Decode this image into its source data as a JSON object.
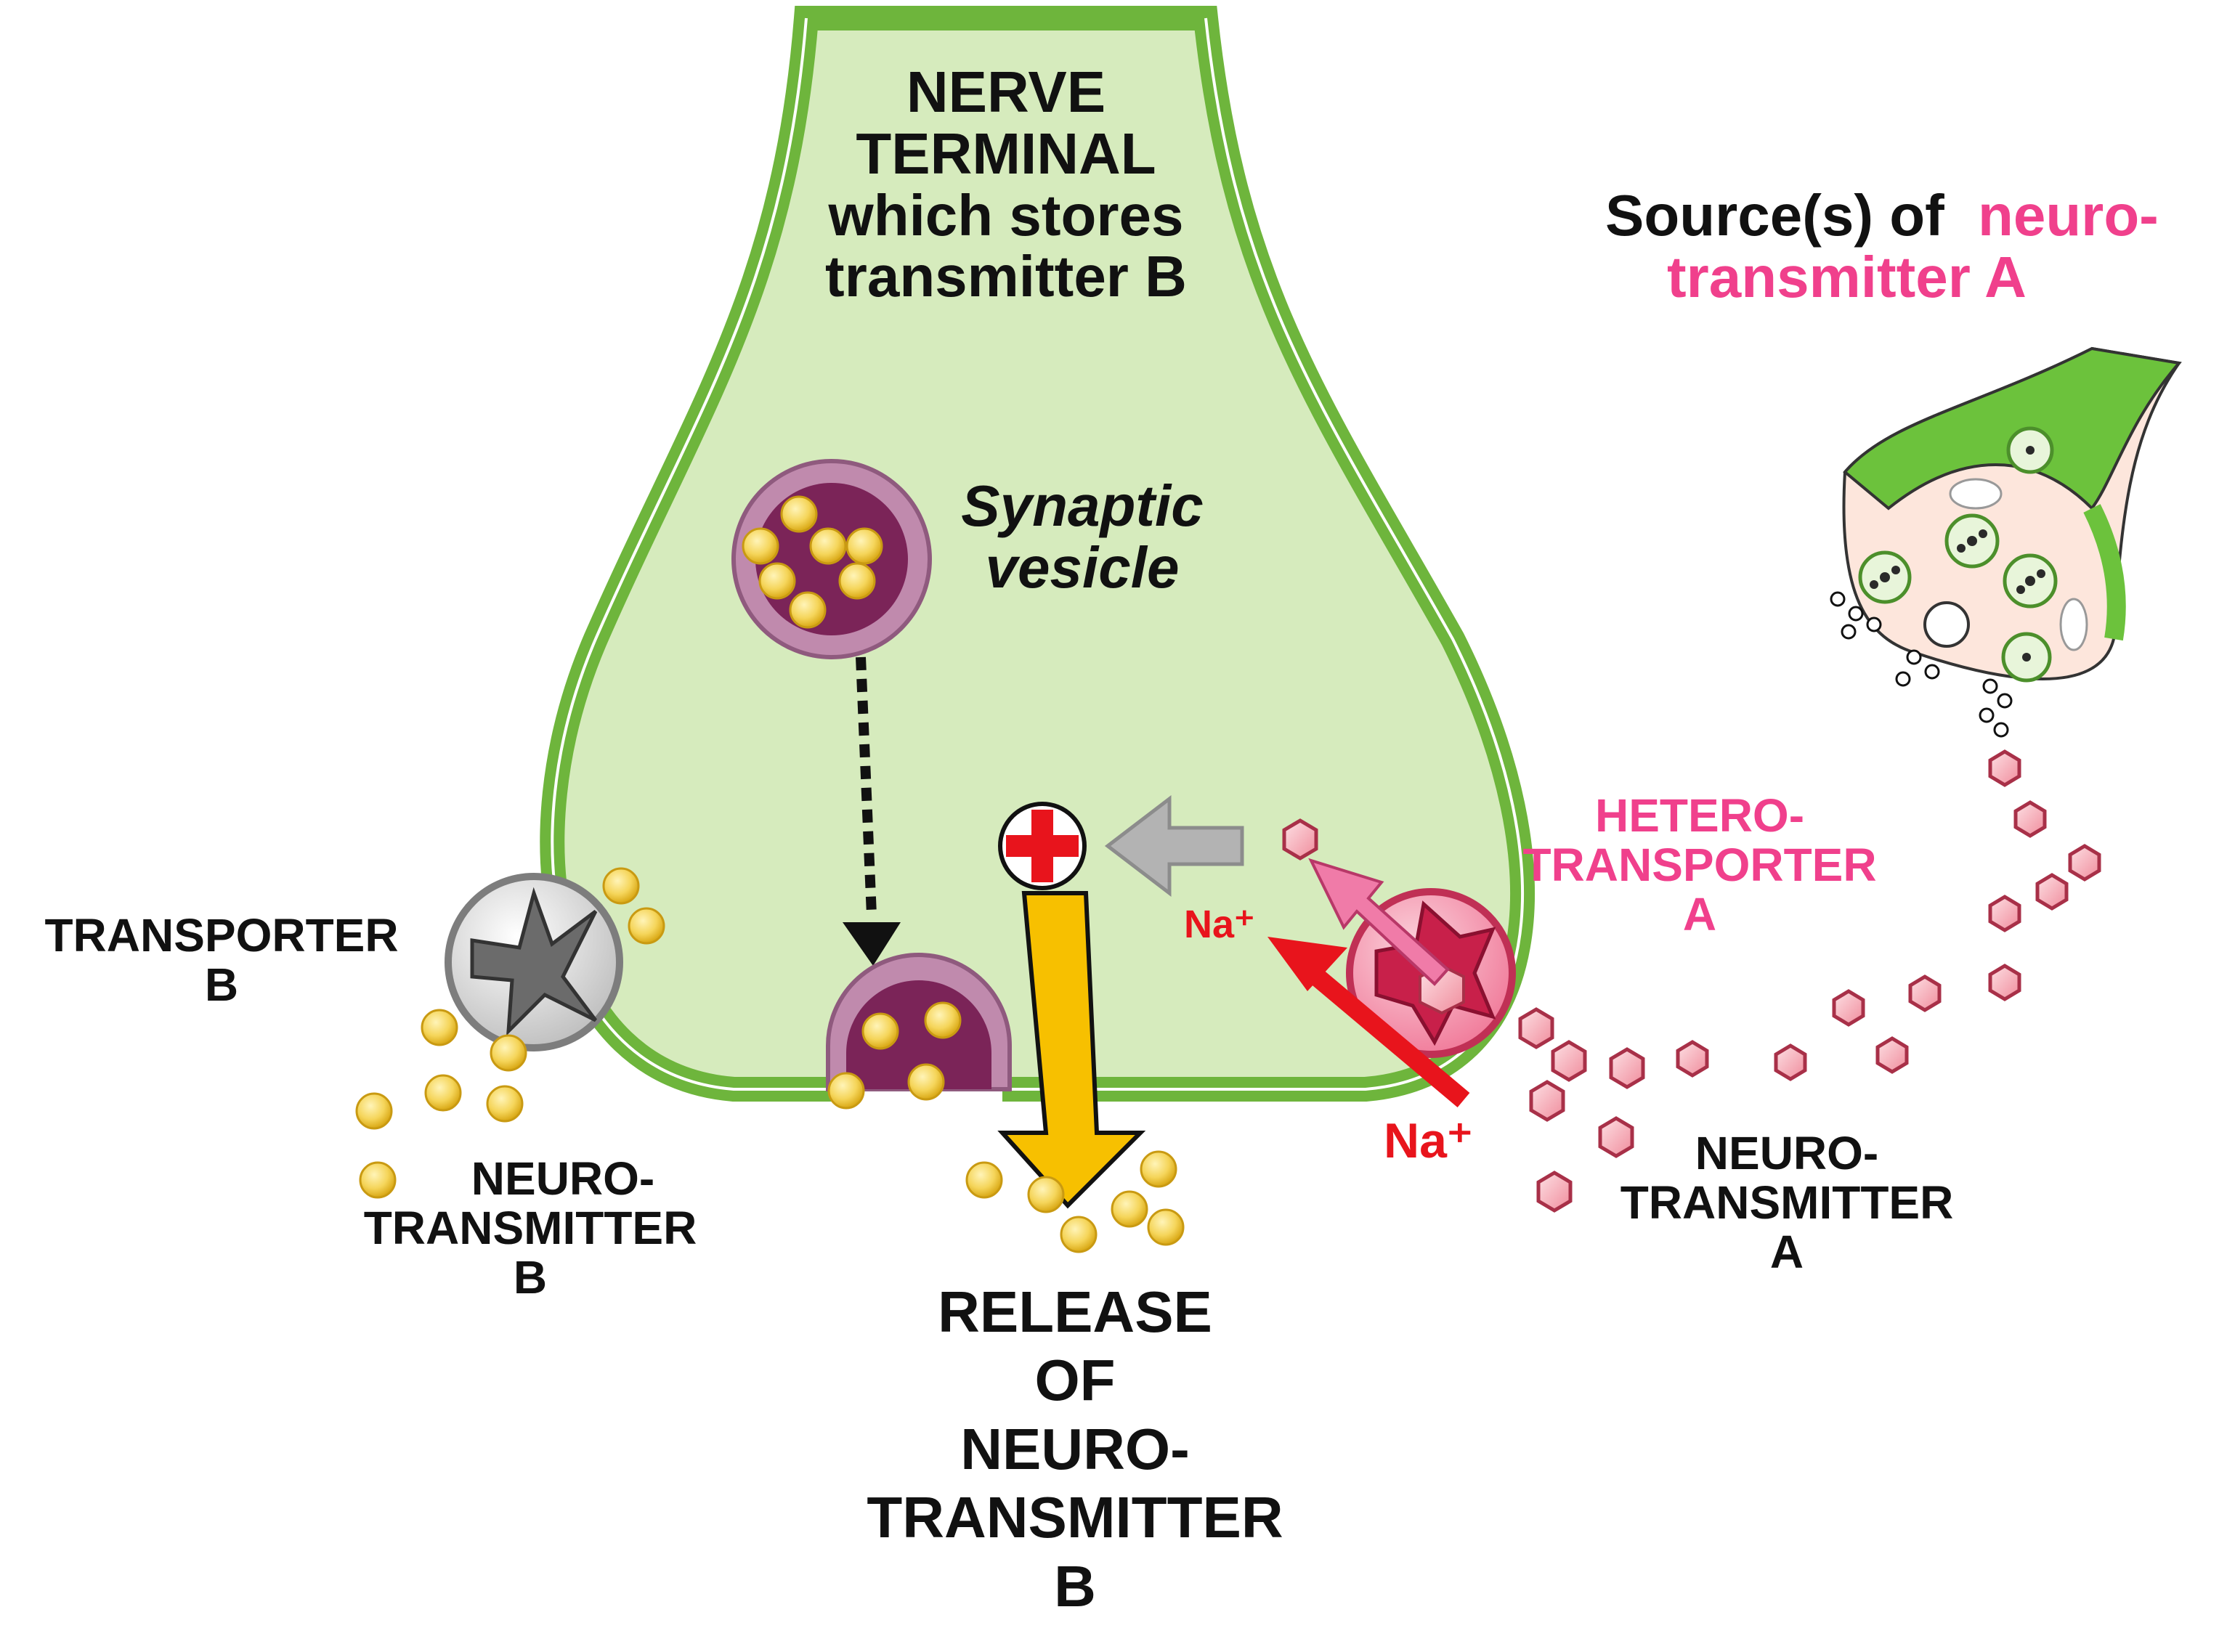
{
  "colors": {
    "terminal_fill": "#d6ebbd",
    "terminal_outline": "#6eb53c",
    "vesicle_outer": "#c08aad",
    "vesicle_inner": "#7b2458",
    "transmitter_b": "#f5d55a",
    "transmitter_a": "#f4a7b2",
    "hetero_label": "#f0408c",
    "release_arrow": "#f7c000",
    "sodium_arrow": "#e8141c",
    "uptake_arrow": "#f07ba8",
    "grey_arrow": "#b3b3b3",
    "plus_sign": "#e8141c"
  },
  "icons": {
    "transporter_b": "grey-cross-transporter-icon",
    "hetero_transporter_a": "pink-cross-transporter-icon",
    "plus": "plus-sign-icon",
    "source_terminal": "nerve-terminal-icon"
  },
  "labels": {
    "nerve_terminal": [
      "NERVE",
      "TERMINAL",
      "which stores",
      "transmitter B"
    ],
    "synaptic_vesicle": [
      "Synaptic",
      "vesicle"
    ],
    "source_prefix": "Source(s) of",
    "source_highlight_1": "neuro-",
    "source_highlight_2": "transmitter A",
    "hetero_transporter": [
      "HETERO-",
      "TRANSPORTER",
      "A"
    ],
    "transporter_b": [
      "TRANSPORTER",
      "B"
    ],
    "neurotransmitter_b": [
      "NEURO-",
      "TRANSMITTER",
      "B"
    ],
    "neurotransmitter_a": [
      "NEURO-",
      "TRANSMITTER",
      "A"
    ],
    "release": [
      "RELEASE",
      "OF",
      "NEURO-",
      "TRANSMITTER",
      "B"
    ],
    "na_ion": "Na⁺"
  }
}
